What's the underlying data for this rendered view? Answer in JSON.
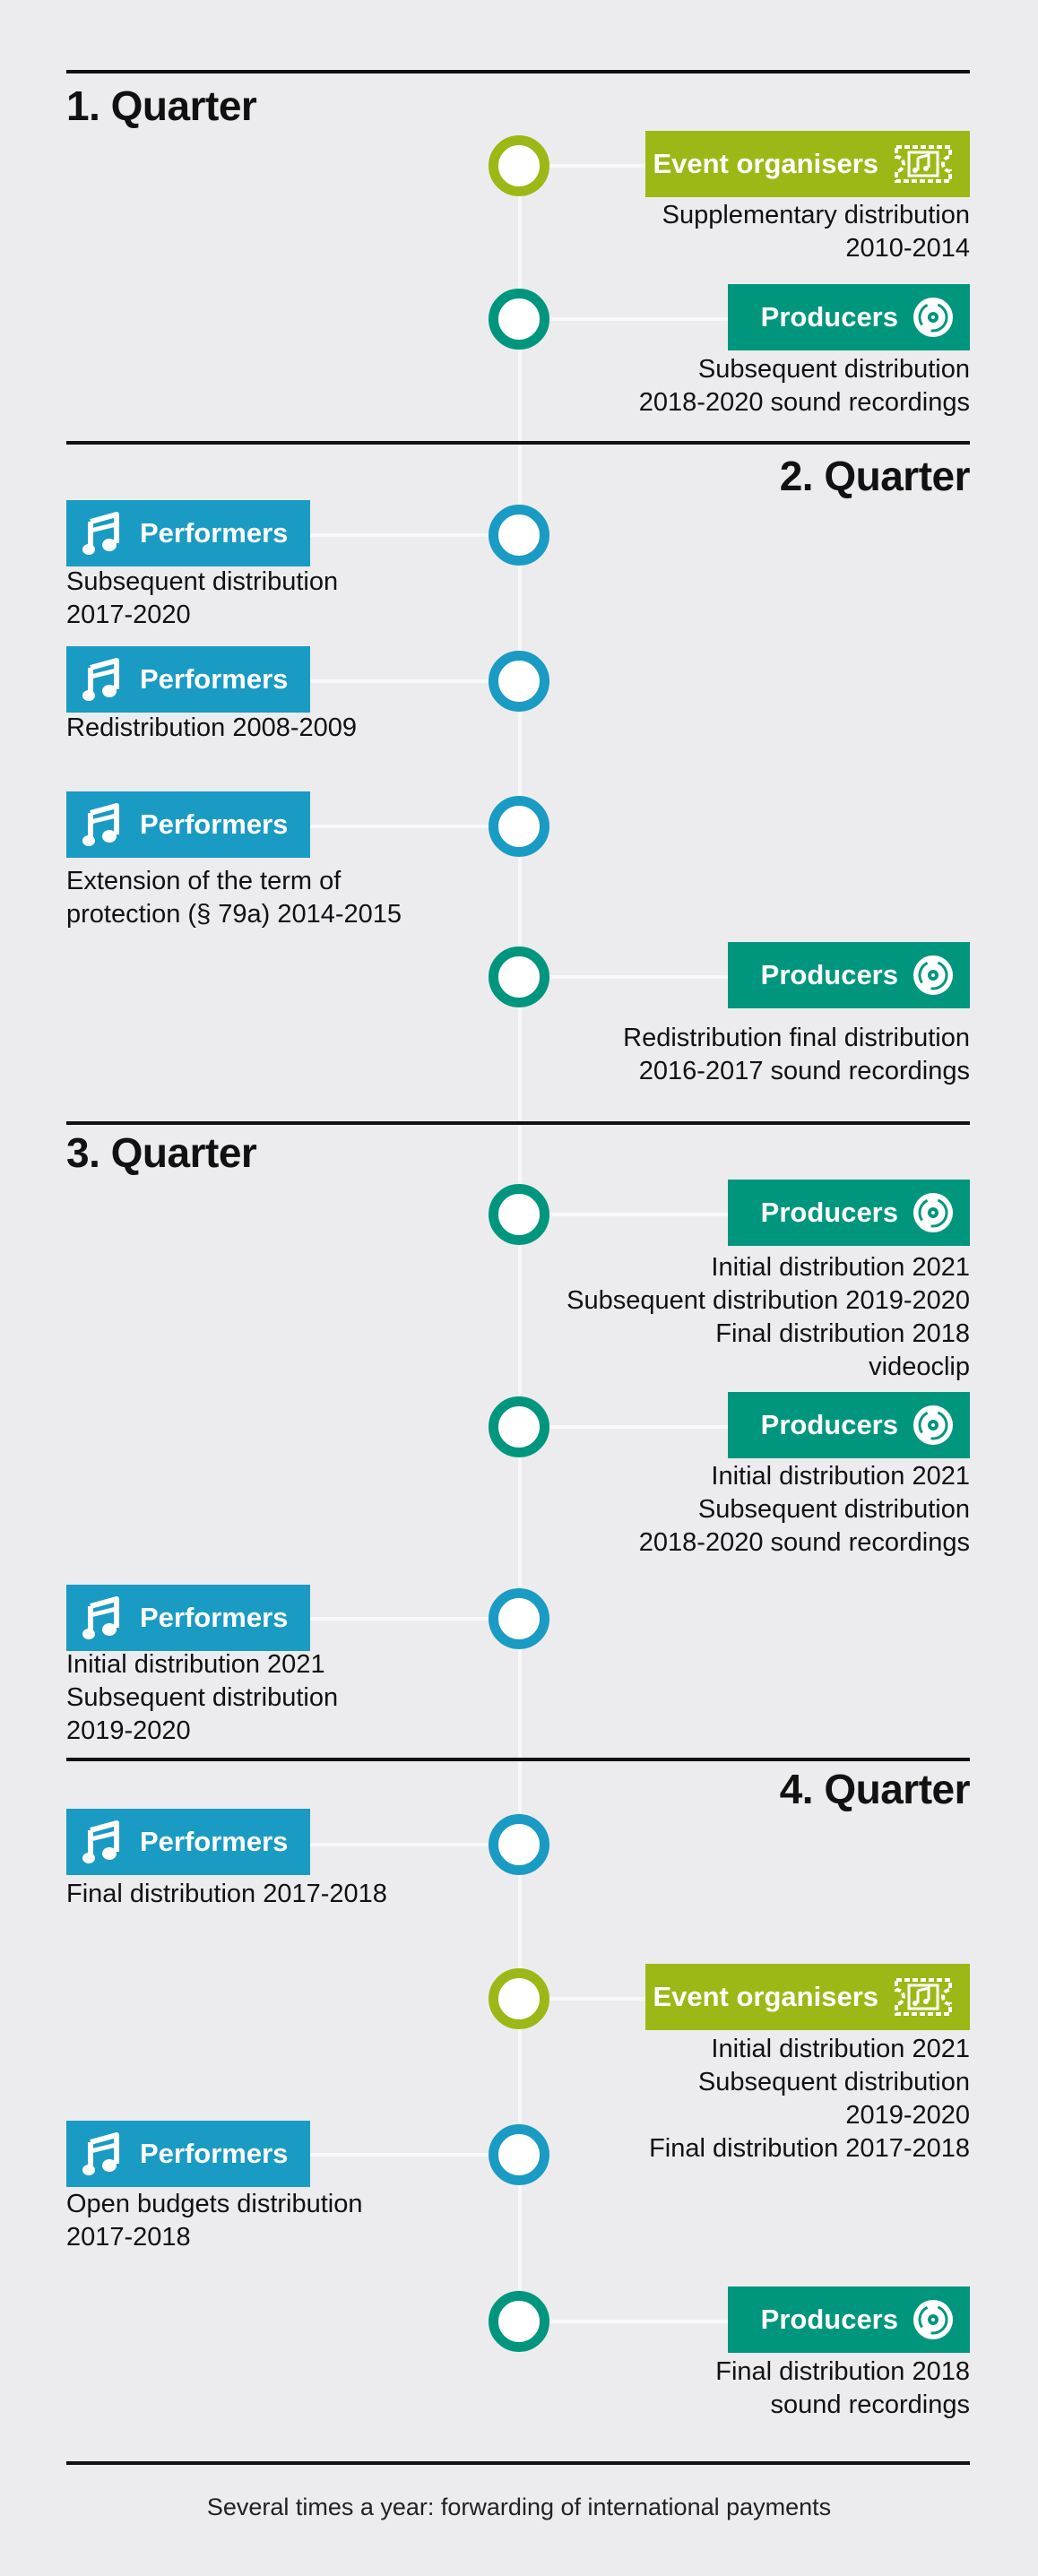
{
  "colors": {
    "performers": "#1a9bc3",
    "producers": "#00967e",
    "event_organisers": "#9cb816",
    "background": "#ececee",
    "rule": "#111111"
  },
  "icons": {
    "performers": "music-note-icon",
    "producers": "vinyl-record-icon",
    "event_organisers": "ticket-icon"
  },
  "labels": {
    "performers": "Performers",
    "producers": "Producers",
    "event_organisers": "Event organisers"
  },
  "quarters": [
    {
      "title": "1. Quarter",
      "entries": [
        {
          "group": "Event organisers",
          "lines": [
            "Supplementary distribution",
            "2010-2014"
          ]
        },
        {
          "group": "Producers",
          "lines": [
            "Subsequent distribution",
            "2018-2020 sound recordings"
          ]
        }
      ]
    },
    {
      "title": "2. Quarter",
      "entries": [
        {
          "group": "Performers",
          "lines": [
            "Subsequent distribution",
            "2017-2020"
          ]
        },
        {
          "group": "Performers",
          "lines": [
            "Redistribution 2008-2009"
          ]
        },
        {
          "group": "Performers",
          "lines": [
            "Extension of the term of",
            "protection (§ 79a) 2014-2015"
          ]
        },
        {
          "group": "Producers",
          "lines": [
            "Redistribution final distribution",
            "2016-2017 sound recordings"
          ]
        }
      ]
    },
    {
      "title": "3. Quarter",
      "entries": [
        {
          "group": "Producers",
          "lines": [
            "Initial distribution 2021",
            "Subsequent distribution 2019-2020",
            "Final distribution 2018",
            "videoclip"
          ]
        },
        {
          "group": "Producers",
          "lines": [
            "Initial distribution 2021",
            "Subsequent distribution",
            "2018-2020 sound recordings"
          ]
        },
        {
          "group": "Performers",
          "lines": [
            "Initial distribution 2021",
            "Subsequent distribution",
            "2019-2020"
          ]
        }
      ]
    },
    {
      "title": "4. Quarter",
      "entries": [
        {
          "group": "Performers",
          "lines": [
            "Final distribution 2017-2018"
          ]
        },
        {
          "group": "Event organisers",
          "lines": [
            "Initial distribution 2021",
            "Subsequent distribution",
            "2019-2020",
            "Final distribution 2017-2018"
          ]
        },
        {
          "group": "Performers",
          "lines": [
            "Open budgets distribution",
            "2017-2018"
          ]
        },
        {
          "group": "Producers",
          "lines": [
            "Final distribution 2018",
            "sound recordings"
          ]
        }
      ]
    }
  ],
  "footer": "Several times a year: forwarding of international payments"
}
